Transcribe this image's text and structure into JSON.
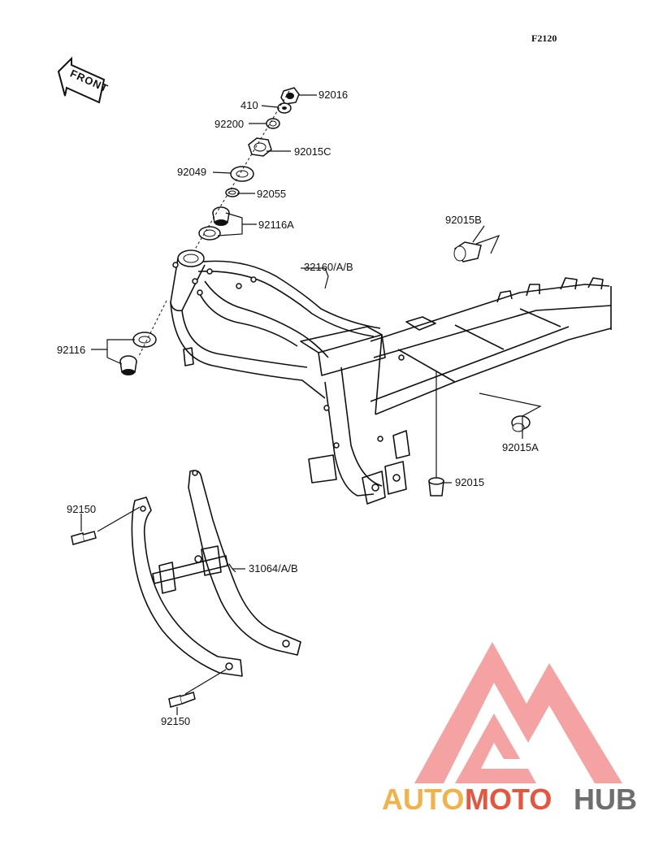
{
  "page_code": "F2120",
  "front_label": "FRONT",
  "callouts": {
    "p92016": "92016",
    "p410": "410",
    "p92200": "92200",
    "p92015C": "92015C",
    "p92049": "92049",
    "p92055": "92055",
    "p92116A": "92116A",
    "p32160": "32160/A/B",
    "p92116": "92116",
    "p92015B": "92015B",
    "p92015A": "92015A",
    "p92015": "92015",
    "p92150_top": "92150",
    "p31064": "31064/A/B",
    "p92150_bottom": "92150"
  },
  "watermark": {
    "auto": "AUTO",
    "moto": "MOTO",
    "hub": "HUB"
  },
  "colors": {
    "line": "#111111",
    "watermark_orange": "#f2b24a",
    "watermark_red": "#e8553f",
    "watermark_gray": "#6e6e6e",
    "logo_pink": "#f39a98"
  }
}
